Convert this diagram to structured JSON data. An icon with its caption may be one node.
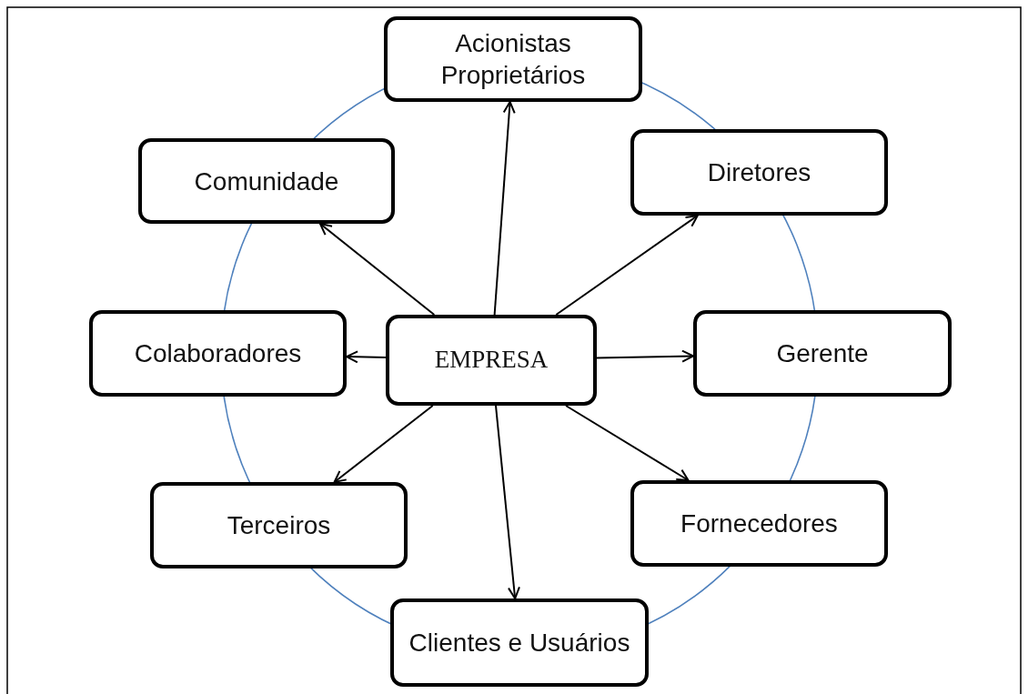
{
  "diagram": {
    "nodes": [
      {
        "text": [
          "Acionistas Proprietários"
        ]
      },
      {
        "text": [
          "Comunidade"
        ]
      },
      {
        "text": [
          "Diretores"
        ]
      },
      {
        "text": [
          "Colaboradores"
        ]
      },
      {
        "text": [
          "EMPRESA"
        ]
      },
      {
        "text": [
          "Gerente"
        ]
      },
      {
        "text": [
          "Terceiros"
        ]
      },
      {
        "text": [
          "Fornecedores"
        ]
      },
      {
        "text": [
          "Clientes e Usuários"
        ]
      }
    ],
    "edges": [
      {
        "from": 4,
        "to": 0,
        "arrow": "to"
      },
      {
        "from": 4,
        "to": 1,
        "arrow": "to"
      },
      {
        "from": 4,
        "to": 2,
        "arrow": "to"
      },
      {
        "from": 4,
        "to": 3,
        "arrow": "to"
      },
      {
        "from": 4,
        "to": 5,
        "arrow": "to"
      },
      {
        "from": 4,
        "to": 6,
        "arrow": "to"
      },
      {
        "from": 4,
        "to": 7,
        "arrow": "to"
      },
      {
        "from": 4,
        "to": 8,
        "arrow": "to"
      }
    ]
  }
}
